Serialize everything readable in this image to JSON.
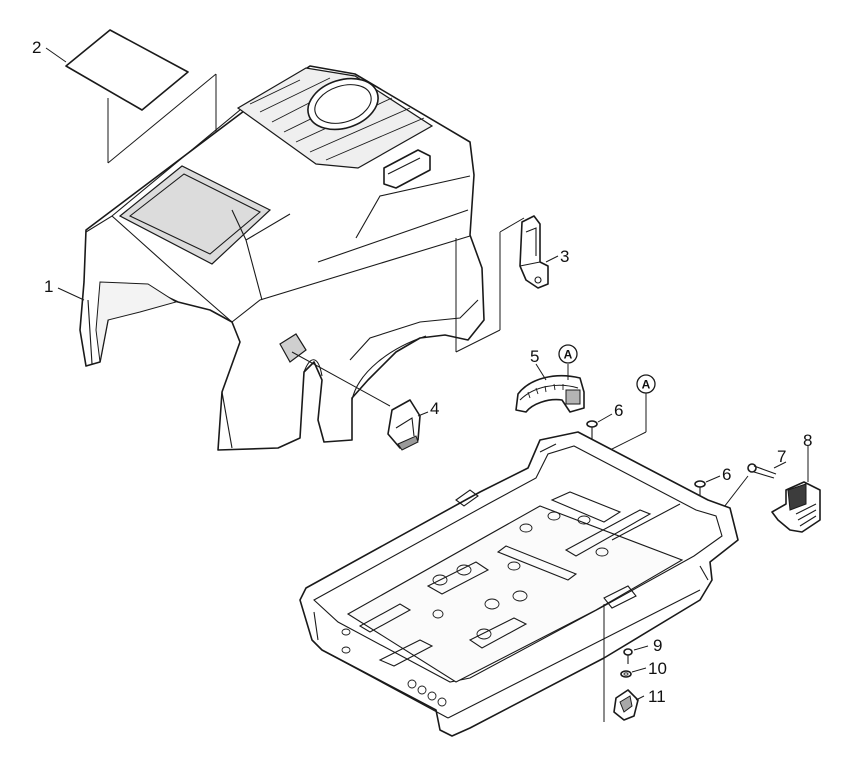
{
  "diagram": {
    "callouts": [
      {
        "id": "p1",
        "text": "1"
      },
      {
        "id": "p2",
        "text": "2"
      },
      {
        "id": "p3",
        "text": "3"
      },
      {
        "id": "p4",
        "text": "4"
      },
      {
        "id": "p5",
        "text": "5"
      },
      {
        "id": "p6a",
        "text": "6"
      },
      {
        "id": "p6b",
        "text": "6"
      },
      {
        "id": "p7",
        "text": "7"
      },
      {
        "id": "p8",
        "text": "8"
      },
      {
        "id": "p9",
        "text": "9"
      },
      {
        "id": "p10",
        "text": "10"
      },
      {
        "id": "p11",
        "text": "11"
      }
    ],
    "reference_markers": [
      {
        "id": "refA1",
        "text": "A"
      },
      {
        "id": "refA2",
        "text": "A"
      }
    ]
  }
}
